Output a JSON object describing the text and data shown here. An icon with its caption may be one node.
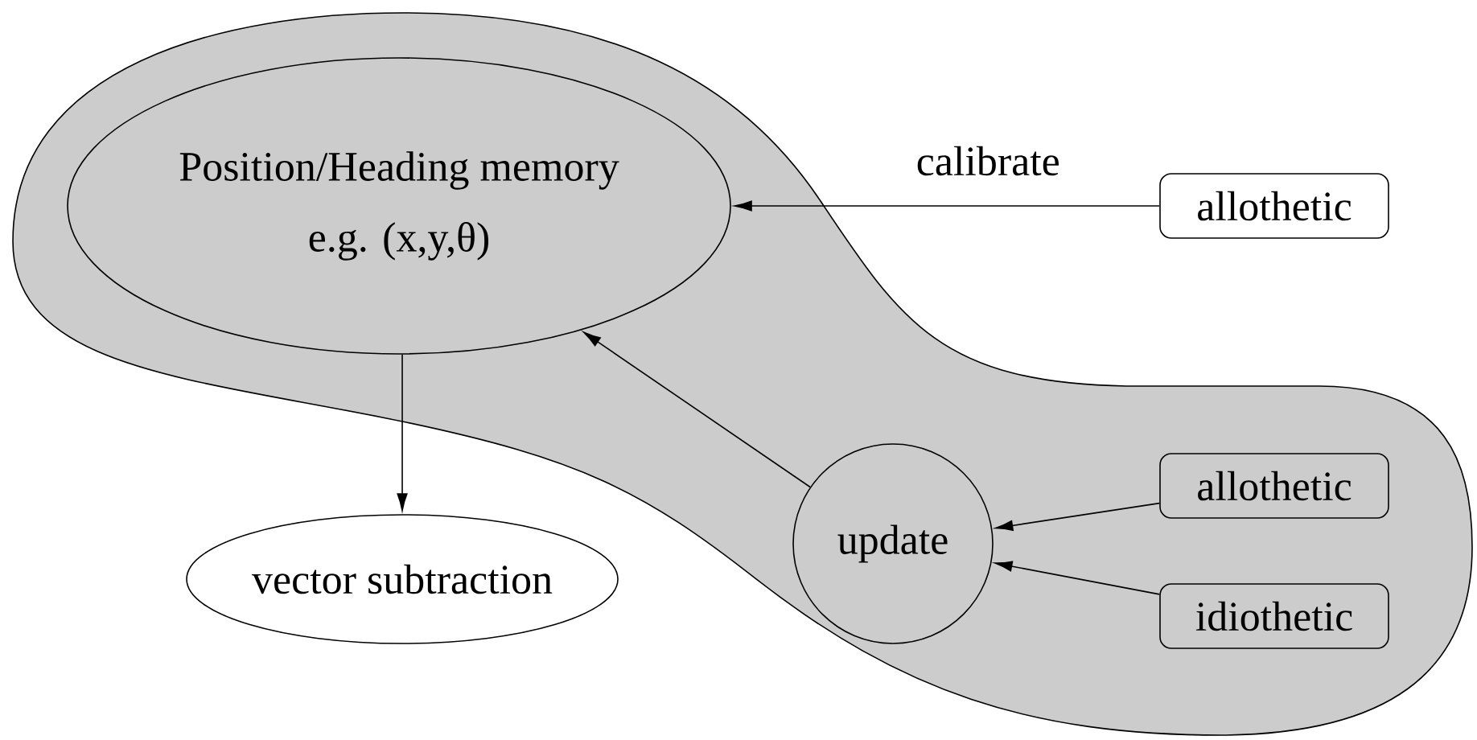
{
  "diagram": {
    "nodes": [
      {
        "text": [],
        "shape": "blob"
      },
      {
        "text": [
          "Position/Heading memory",
          "e.g. (x,y,θ)"
        ],
        "in": 0
      },
      {
        "text": [
          "allothetic"
        ]
      },
      {
        "text": [
          "update"
        ],
        "in": 0
      },
      {
        "text": [
          "allothetic"
        ],
        "in": 0
      },
      {
        "text": [
          "idiothetic"
        ],
        "in": 0
      },
      {
        "text": [
          "vector subtraction"
        ]
      }
    ],
    "edges": [
      {
        "from": 2,
        "to": 1,
        "arrow": "to",
        "label": "calibrate"
      },
      {
        "from": 3,
        "to": 1,
        "arrow": "to"
      },
      {
        "from": 4,
        "to": 3,
        "arrow": "to"
      },
      {
        "from": 5,
        "to": 3,
        "arrow": "to"
      },
      {
        "from": 1,
        "to": 6,
        "arrow": "to"
      }
    ]
  }
}
